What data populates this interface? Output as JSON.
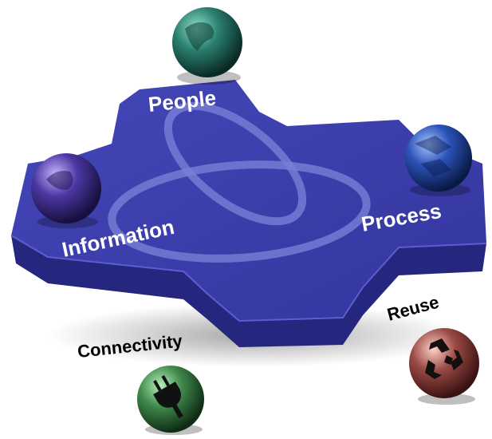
{
  "diagram": {
    "labels": {
      "people": "People",
      "process": "Process",
      "information": "Information",
      "connectivity": "Connectivity",
      "reuse": "Reuse"
    },
    "colors": {
      "plate_top": "#3a3ca8",
      "plate_side": "#24247a",
      "plate_edge": "#4f52c4",
      "ring": "#6f78cf",
      "people_sphere": "#1f6e62",
      "process_sphere": "#1c3f9a",
      "information_sphere": "#3c2b8a",
      "connectivity_sphere": "#3f7a48",
      "reuse_sphere": "#8a3a3a"
    },
    "icons": [
      "globe-sphere",
      "plug-icon",
      "recycle-icon"
    ]
  }
}
